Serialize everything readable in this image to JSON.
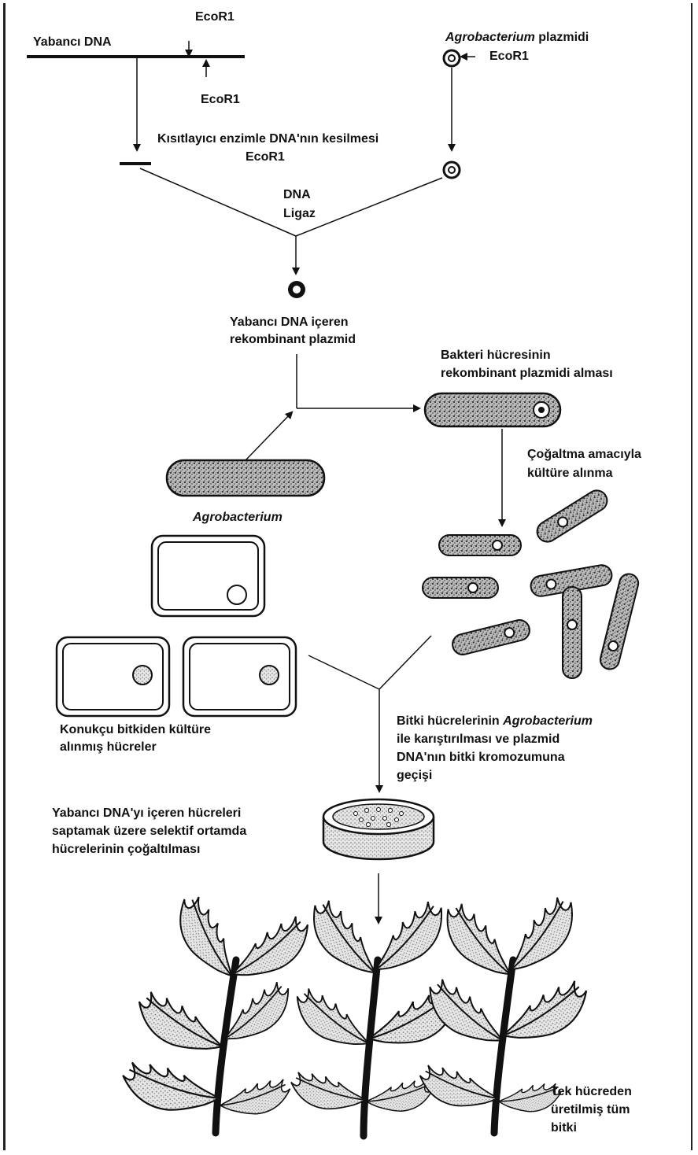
{
  "labels": {
    "ecor1_top": "EcoR1",
    "foreign_dna": "Yabancı DNA",
    "ecor1_bottom": "EcoR1",
    "agro_plasmid_italic": "Agrobacterium",
    "agro_plasmid_rest": " plazmidi",
    "ecor1_plasmid": "EcoR1",
    "restriction_cut": "Kısıtlayıcı enzimle DNA'nın kesilmesi",
    "ecor1_mid": "EcoR1",
    "dna_ligase_1": "DNA",
    "dna_ligase_2": "Ligaz",
    "recombinant_1": "Yabancı DNA içeren",
    "recombinant_2": "rekombinant plazmid",
    "uptake_1": "Bakteri hücresinin",
    "uptake_2": "rekombinant plazmidi alması",
    "culture_1": "Çoğaltma amacıyla",
    "culture_2": "kültüre alınma",
    "agrobacterium": "Agrobacterium",
    "host_cells_1": "Konukçu bitkiden kültüre",
    "host_cells_2": "alınmış hücreler",
    "mixing_1a": "Bitki hücrelerinin ",
    "mixing_1b": "Agrobacterium",
    "mixing_2": "ile karıştırılması ve plazmid",
    "mixing_3": "DNA'nın bitki kromozumuna",
    "mixing_4": "geçişi",
    "selective_1": "Yabancı DNA'yı içeren hücreleri",
    "selective_2": "saptamak üzere selektif ortamda",
    "selective_3": "hücrelerinin çoğaltılması",
    "whole_plant_1": "Tek hücreden",
    "whole_plant_2": "üretilmiş tüm",
    "whole_plant_3": "bitki"
  },
  "colors": {
    "ink": "#111111",
    "stipple": "#555555",
    "stipple_light": "#9a9a9a"
  }
}
